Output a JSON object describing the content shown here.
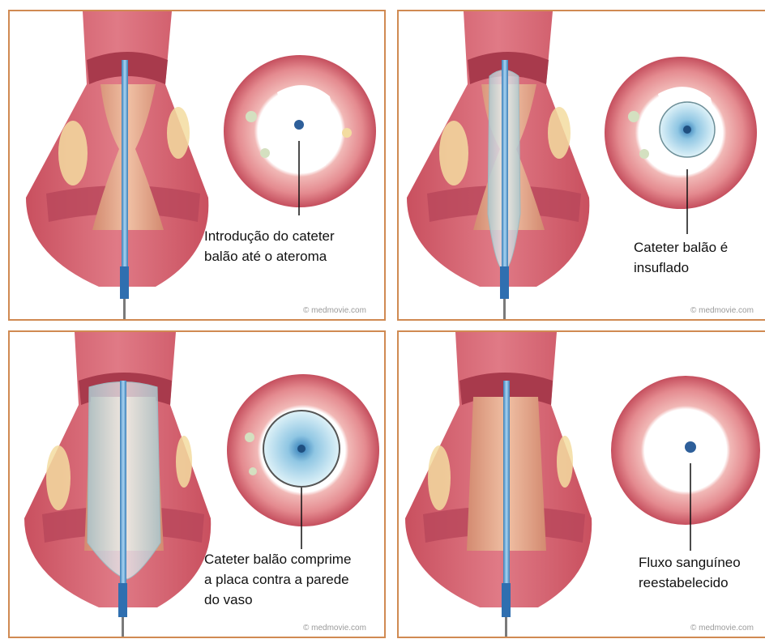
{
  "panels": [
    {
      "caption_lines": [
        "Introdução do cateter",
        "balão até o ateroma"
      ],
      "credit": "© medmovie.com"
    },
    {
      "caption_lines": [
        "Cateter balão é",
        "insuflado"
      ],
      "credit": "© medmovie.com"
    },
    {
      "caption_lines": [
        "Cateter balão comprime",
        "a placa contra a parede",
        "do vaso"
      ],
      "credit": "© medmovie.com"
    },
    {
      "caption_lines": [
        "Fluxo sanguíneo",
        "reestabelecido"
      ],
      "credit": "© medmovie.com"
    }
  ],
  "colors": {
    "panel_border": "#d08a52",
    "vessel_wall": "#d9606e",
    "vessel_inner": "#f2a6a8",
    "lumen": "#e8a98f",
    "plaque": "#f3dca0",
    "catheter": "#6aaad8",
    "balloon": "#bfe3f2"
  }
}
